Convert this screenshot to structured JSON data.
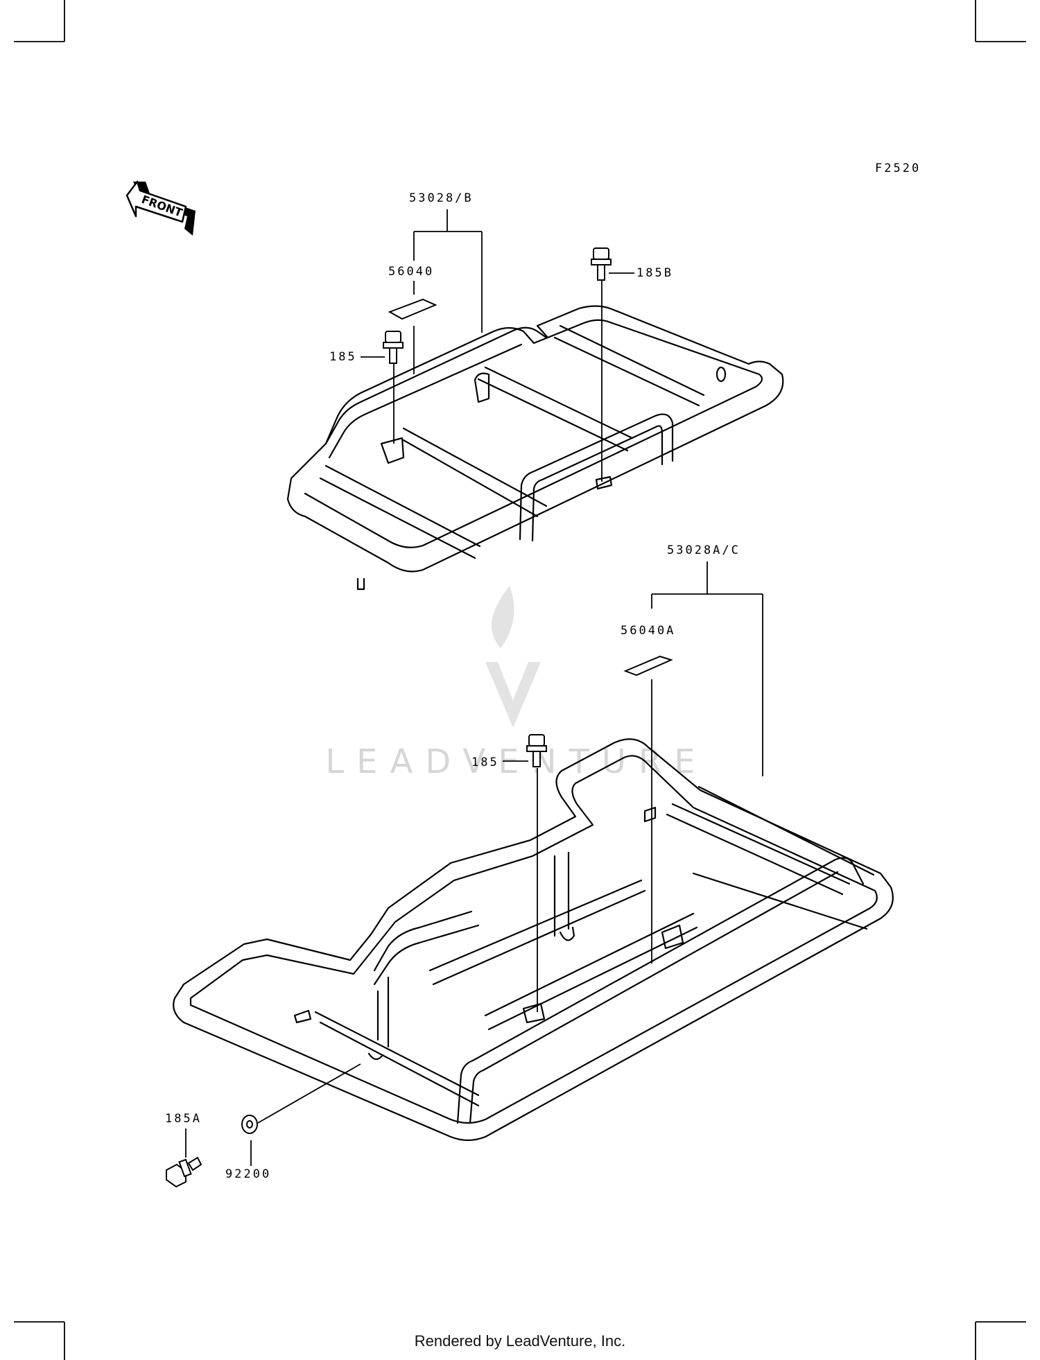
{
  "diagram_code": "F2520",
  "front_arrow_label": "FRONT",
  "watermark": "LEADVENTURE",
  "callouts": {
    "rear_carrier": "53028/B",
    "rear_label": "56040",
    "bolt_185_upper": "185",
    "bolt_185B": "185B",
    "front_carrier": "53028A/C",
    "front_label": "56040A",
    "bolt_185_lower": "185",
    "bolt_185A": "185A",
    "washer": "92200"
  },
  "footer": "Rendered by LeadVenture, Inc."
}
